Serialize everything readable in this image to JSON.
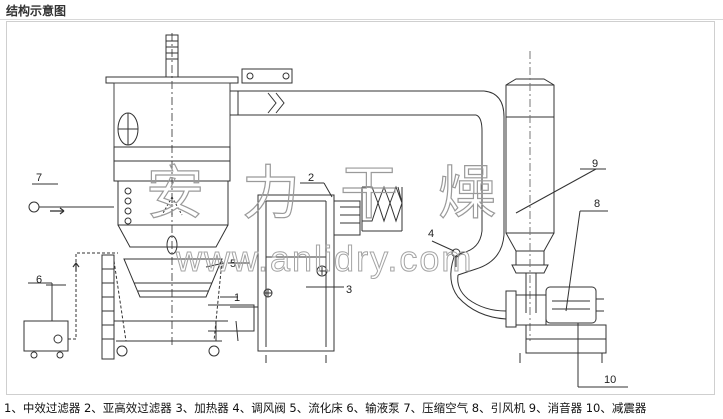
{
  "header": {
    "title": "结构示意图"
  },
  "diagram": {
    "labels": [
      "1",
      "2",
      "3",
      "4",
      "5",
      "6",
      "7",
      "8",
      "9",
      "10"
    ],
    "watermark": {
      "brand_chars": [
        "安",
        "力",
        "干",
        "燥"
      ],
      "url": "www.anlidry.com"
    }
  },
  "legend": {
    "text": "1、中效过滤器 2、亚高效过滤器 3、加热器 4、调风阀 5、流化床 6、输液泵 7、压缩空气 8、引风机 9、消音器 10、减震器"
  }
}
